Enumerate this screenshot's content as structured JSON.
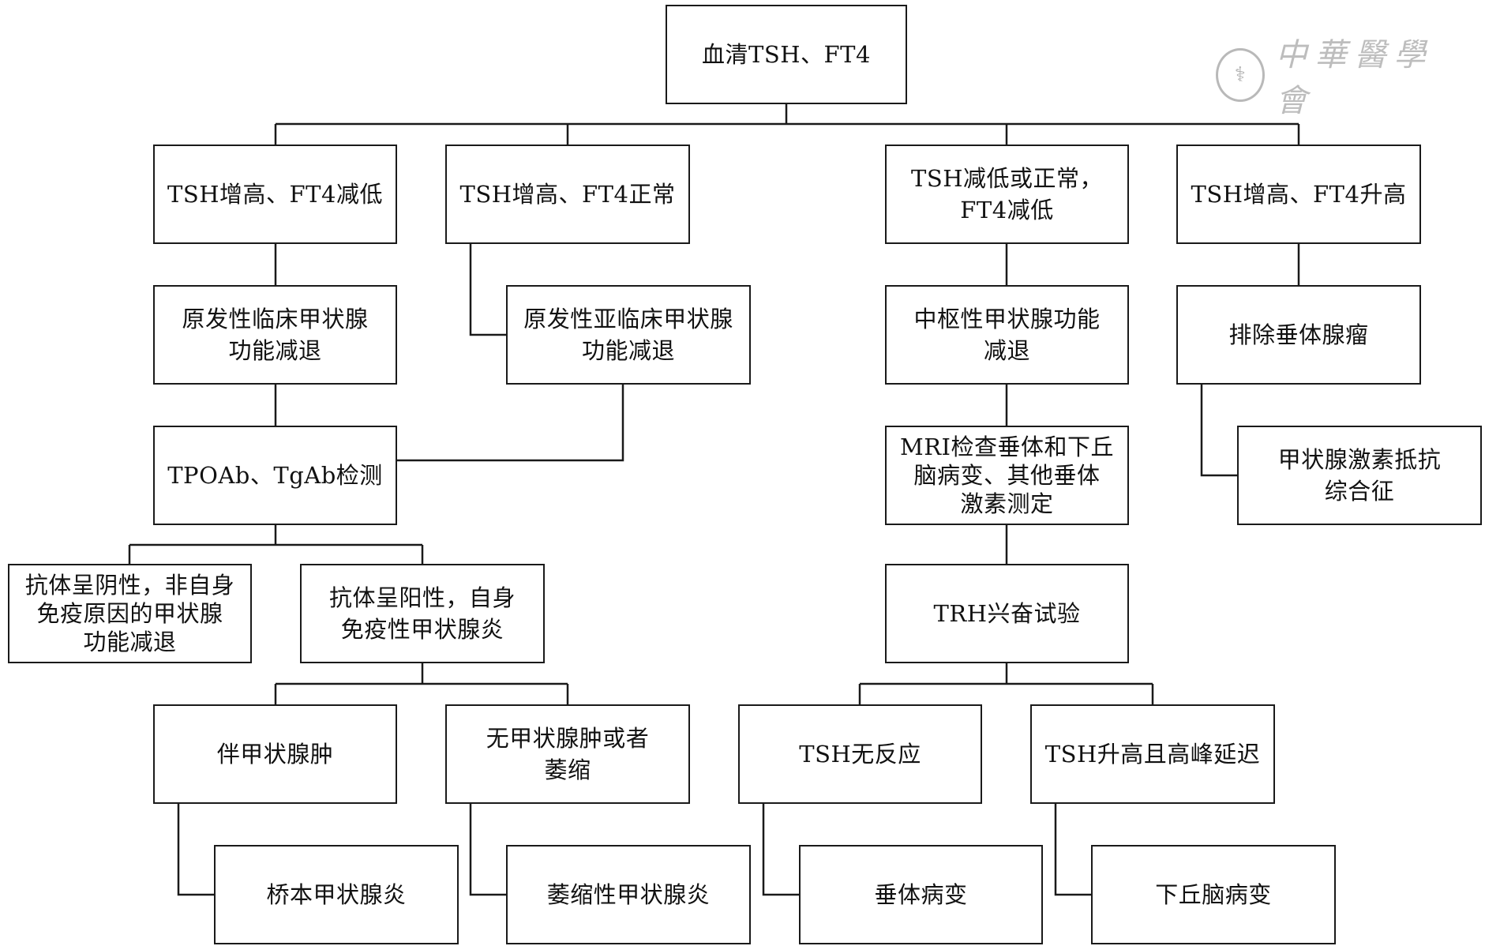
{
  "nodes": {
    "root": "血清TSH、FT4",
    "tsh_high_ft4_low": "TSH增高、FT4减低",
    "tsh_high_ft4_normal": "TSH增高、FT4正常",
    "tsh_low_ft4_low": "TSH减低或正常，\nFT4减低",
    "tsh_high_ft4_high": "TSH增高、FT4升高",
    "primary_clinical": "原发性临床甲状腺\n功能减退",
    "primary_subclinical": "原发性亚临床甲状腺\n功能减退",
    "central_hypo": "中枢性甲状腺功能\n减退",
    "exclude_pituitary_tumor": "排除垂体腺瘤",
    "tpoab_tgab_test": "TPOAb、TgAb检测",
    "mri_check": "MRI检查垂体和下丘\n脑病变、其他垂体\n激素测定",
    "thyroid_hormone_resistance": "甲状腺激素抵抗\n综合征",
    "antibody_negative": "抗体呈阴性，非自身\n免疫原因的甲状腺\n功能减退",
    "antibody_positive": "抗体呈阳性，自身\n免疫性甲状腺炎",
    "trh_test": "TRH兴奋试验",
    "with_goiter": "伴甲状腺肿",
    "no_goiter_or_atrophy": "无甲状腺肿或者\n萎缩",
    "tsh_no_response": "TSH无反应",
    "tsh_rise_delayed_peak": "TSH升高且高峰延迟",
    "hashimoto": "桥本甲状腺炎",
    "atrophic_thyroiditis": "萎缩性甲状腺炎",
    "pituitary_lesion": "垂体病变",
    "hypothalamic_lesion": "下丘脑病变"
  },
  "watermark": {
    "seal_icon": "society-seal-icon",
    "text": "中華醫學會"
  },
  "colors": {
    "line": "#1a1a1a",
    "watermark": "#bdbdbd"
  }
}
